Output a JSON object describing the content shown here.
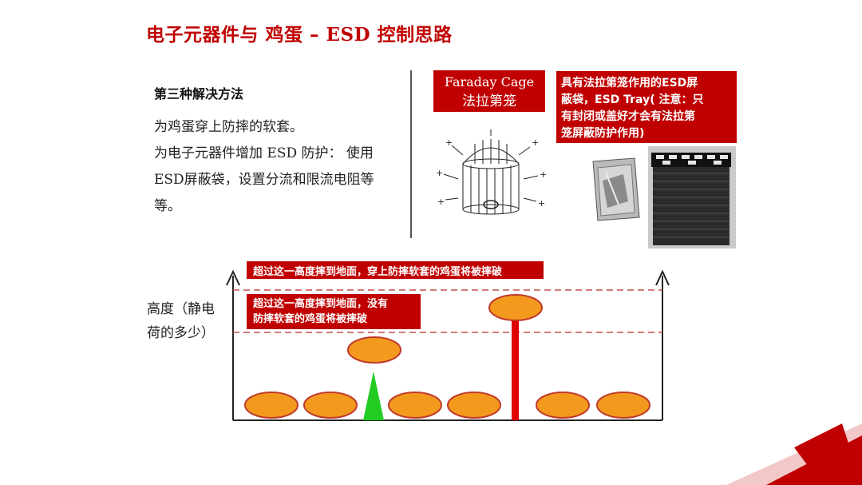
{
  "title": "电子元器件与 鸡蛋 – ESD 控制思路",
  "left_text": {
    "heading": "第三种解决方法",
    "lines": [
      "为鸡蛋穿上防摔的软套。",
      "为电子元器件增加 ESD 防护： 使用",
      "ESD屏蔽袋，设置分流和限流电阻等",
      "等。"
    ]
  },
  "faraday": {
    "en": "Faraday Cage",
    "zh": "法拉第笼"
  },
  "esd_note": {
    "lines": [
      "具有法拉第笼作用的ESD屏",
      "蔽袋，ESD Tray( 注意：只",
      "有封闭或盖好才会有法拉第",
      "笼屏蔽防护作用)"
    ]
  },
  "chart": {
    "top_label": "超过这一高度摔到地面，穿上防摔软套的鸡蛋将被摔破",
    "mid_label_lines": [
      "超过这一高度摔到地面，没有",
      "防摔软套的鸡蛋将被摔破"
    ],
    "y_label_lines": [
      "高度（静电",
      "荷的多少）"
    ]
  },
  "colors": {
    "accent": "#c00000",
    "egg_fill": "#f39a1e",
    "egg_stroke": "#c0392b",
    "spike": "#22cc22"
  }
}
